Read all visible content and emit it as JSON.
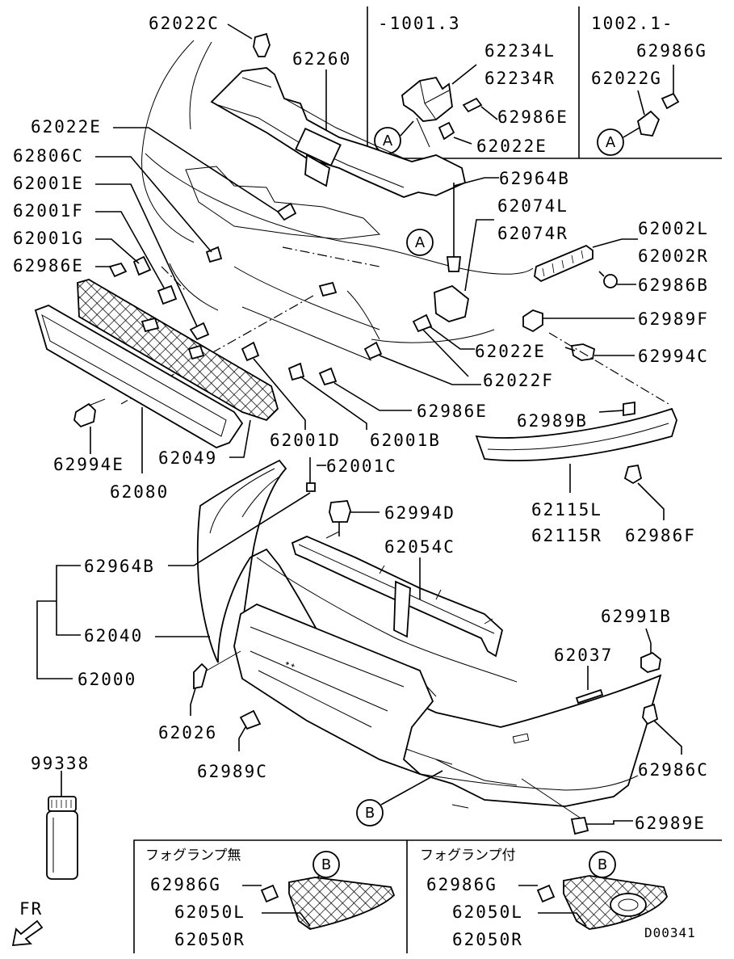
{
  "variants": {
    "early": "-1001.3",
    "late": "1002.1-"
  },
  "ref_circles": {
    "a": "A",
    "b": "B"
  },
  "labels": {
    "p62022C": "62022C",
    "p62260": "62260",
    "p62234L": "62234L",
    "p62234R": "62234R",
    "p62986E_a": "62986E",
    "p62022E_a": "62022E",
    "p62986G_top": "62986G",
    "p62022G": "62022G",
    "p62022E": "62022E",
    "p62806C": "62806C",
    "p62001E": "62001E",
    "p62001F": "62001F",
    "p62001G": "62001G",
    "p62986E": "62986E",
    "p62964B_top": "62964B",
    "p62074L": "62074L",
    "p62074R": "62074R",
    "p62002L": "62002L",
    "p62002R": "62002R",
    "p62986B": "62986B",
    "p62989F": "62989F",
    "p62022E_b": "62022E",
    "p62994C": "62994C",
    "p62022F": "62022F",
    "p62986E_b": "62986E",
    "p62989B": "62989B",
    "p62994E": "62994E",
    "p62049": "62049",
    "p62001D": "62001D",
    "p62001B": "62001B",
    "p62001C": "62001C",
    "p62080": "62080",
    "p62115L": "62115L",
    "p62115R": "62115R",
    "p62986F": "62986F",
    "p62994D": "62994D",
    "p62054C": "62054C",
    "p62964B": "62964B",
    "p62040": "62040",
    "p62000": "62000",
    "p62991B": "62991B",
    "p62037": "62037",
    "p62026": "62026",
    "p62986C": "62986C",
    "p62989C": "62989C",
    "p99338": "99338",
    "p62989E": "62989E",
    "fr": "FR",
    "doc_id": "D00341"
  },
  "fog_panels": {
    "without": {
      "title": "フォグランプ無",
      "screw": "62986G",
      "part_l": "62050L",
      "part_r": "62050R"
    },
    "with": {
      "title": "フォグランプ付",
      "screw": "62986G",
      "part_l": "62050L",
      "part_r": "62050R"
    }
  }
}
